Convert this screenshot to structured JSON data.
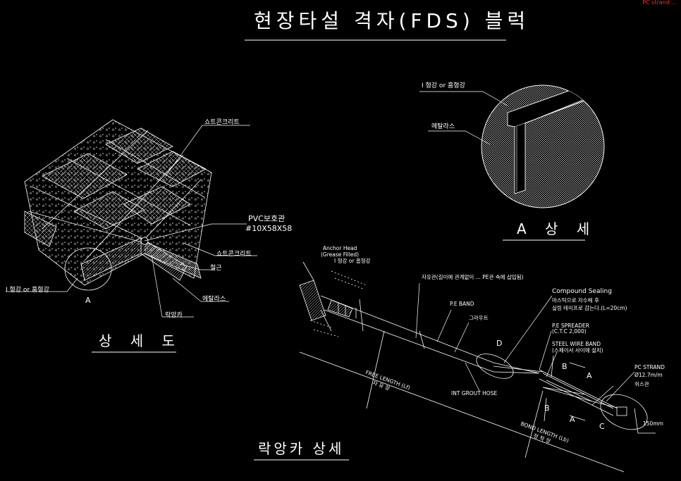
{
  "title": "현장타설 격자(FDS) 블럭",
  "corner_note": "PC strand ...",
  "detail_view": {
    "caption": "상 세 도",
    "labels": {
      "sotcrete_top": "쇼트콘크리트",
      "pvc_pipe": "PVC보호관",
      "pvc_size": "#10X58X58",
      "sotcrete_mid": "쇼트콘크리트",
      "rebar": "철근",
      "metal_lath": "메탈라스",
      "anchor": "락앙카",
      "i_beam": "I 형강 or 홈형강",
      "ref_a": "A"
    }
  },
  "detail_a": {
    "caption": "A 상 세",
    "labels": {
      "i_beam": "I 형강 or 홈형강",
      "metal_lath": "메탈라스"
    }
  },
  "anchor_detail": {
    "caption": "락앙카 상세",
    "labels": {
      "anchor_head": "Anchor Head",
      "grease": "(Grease Filled)",
      "i_beam": "I 형강 or 홈형강",
      "spacer_note": "자유관(길이에 관계없이 ... PE관 속에 삽입됨)",
      "compound": "Compound Sealing",
      "compound_note_1": "마스틱으로 자수해 후",
      "compound_note_2": "실링 테이프로 감는다.(L=20cm)",
      "pe_band": "P.E BAND",
      "grout": "그라우트",
      "pe_spreader": "P.E SPREADER",
      "ctc": "(C.T.C 2,000)",
      "steel_wire": "STEEL WIRE BAND",
      "steel_wire_note": "(스페이서 사이에 설치)",
      "pc_strand": "PC STRAND",
      "strand_size": "Ø12.7m/m",
      "sheath": "쉬스관",
      "free_length": "FREE LENGTH (Lf)",
      "free_length_kr": "자 유 장",
      "bond_length": "BOND LENGTH (Lb)",
      "bond_length_kr": "정 착 장",
      "int_grout": "INT GROUT HOSE",
      "ref_d": "D",
      "ref_b1": "B",
      "ref_a1": "A",
      "ref_b2": "B",
      "ref_a2": "A",
      "ref_c": "C",
      "dim": "150mm"
    }
  }
}
